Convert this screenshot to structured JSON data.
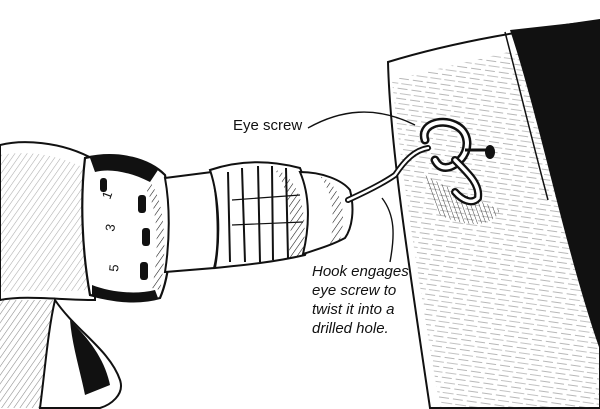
{
  "labels": {
    "eye_screw": "Eye screw",
    "hook_caption": [
      "Hook engages",
      "eye screw to",
      "twist it into a",
      "drilled hole."
    ]
  },
  "dial_numbers": [
    "1",
    "3",
    "5"
  ],
  "ink_color": "#111111",
  "paper_color": "#ffffff"
}
